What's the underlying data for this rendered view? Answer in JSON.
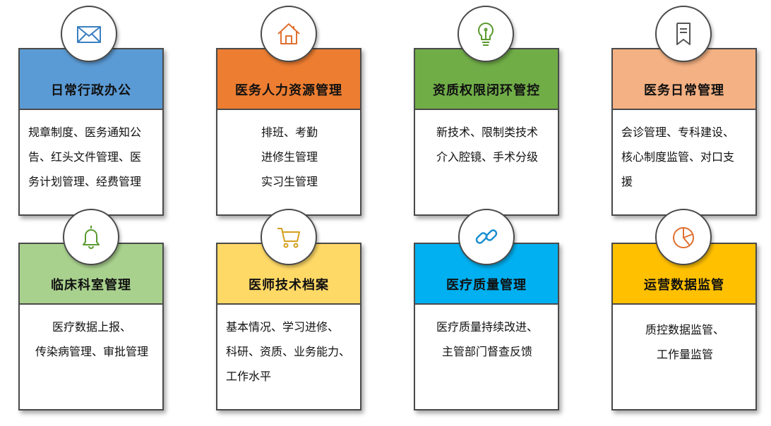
{
  "cards": [
    {
      "title": "日常行政办公",
      "lines": [
        "规章制度、医务通知公",
        "告、红头文件管理、医",
        "务计划管理、经费管理"
      ],
      "color": "#5b9bd5",
      "icon": "envelope-icon",
      "icon_color": "#3a7fc1"
    },
    {
      "title": "医务人力资源管理",
      "lines": [
        "排班、考勤",
        "进修生管理",
        "实习生管理"
      ],
      "color": "#ed7d31",
      "icon": "house-icon",
      "icon_color": "#e07030"
    },
    {
      "title": "资质权限闭环管控",
      "lines": [
        "新技术、限制类技术",
        "介入腔镜、手术分级"
      ],
      "color": "#70ad47",
      "icon": "lightbulb-icon",
      "icon_color": "#5a9a30"
    },
    {
      "title": "医务日常管理",
      "lines": [
        "会诊管理、专科建设、",
        "核心制度监管、对口支",
        "援"
      ],
      "color": "#f4b183",
      "icon": "bookmark-icon",
      "icon_color": "#555555"
    },
    {
      "title": "临床科室管理",
      "lines": [
        "医疗数据上报、",
        "传染病管理、审批管理"
      ],
      "color": "#a9d18e",
      "icon": "bell-icon",
      "icon_color": "#5a9a30"
    },
    {
      "title": "医师技术档案",
      "lines": [
        "基本情况、学习进修、",
        "科研、资质、业务能力、",
        "工作水平"
      ],
      "color": "#ffd966",
      "icon": "cart-icon",
      "icon_color": "#d4a020"
    },
    {
      "title": "医疗质量管理",
      "lines": [
        "医疗质量持续改进、",
        "主管部门督查反馈"
      ],
      "color": "#00b0f0",
      "icon": "link-icon",
      "icon_color": "#1a8fd0"
    },
    {
      "title": "运营数据监管",
      "lines": [
        "质控数据监管、",
        "工作量监管"
      ],
      "color": "#ffc000",
      "icon": "pie-chart-icon",
      "icon_color": "#e07030"
    }
  ]
}
